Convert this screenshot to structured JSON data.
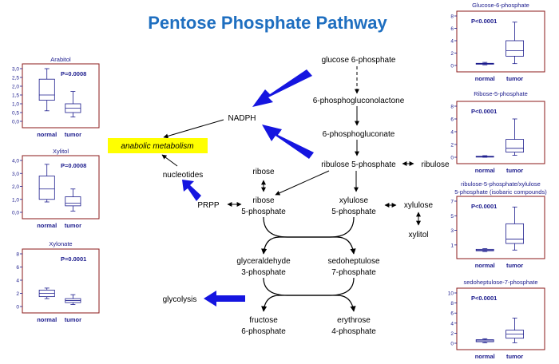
{
  "title": "Pentose Phosphate Pathway",
  "nodes": {
    "glucose6p": "glucose 6-phosphate",
    "phosphogluconolactone": "6-phosphogluconolactone",
    "phosphogluconate": "6-phosphogluconate",
    "ribulose5p": "ribulose 5-phosphate",
    "ribulose": "ribulose",
    "nadph": "NADPH",
    "anabolic": "anabolic metabolism",
    "nucleotides": "nucleotides",
    "prpp": "PRPP",
    "ribose": "ribose",
    "ribose5p_1": "ribose",
    "ribose5p_2": "5-phosphate",
    "xylulose5p_1": "xylulose",
    "xylulose5p_2": "5-phosphate",
    "xylulose": "xylulose",
    "xylitol": "xylitol",
    "g3p_1": "glyceraldehyde",
    "g3p_2": "3-phosphate",
    "s7p_1": "sedoheptulose",
    "s7p_2": "7-phosphate",
    "glycolysis": "glycolysis",
    "f6p_1": "fructose",
    "f6p_2": "6-phosphate",
    "e4p_1": "erythrose",
    "e4p_2": "4-phosphate"
  },
  "colors": {
    "title": "#1f6fc0",
    "blue_arrow": "#1515e0",
    "highlight": "#ffff00",
    "panel_border": "#8b1a1a",
    "plot_ink": "#1a1a8c"
  },
  "chart_data": [
    {
      "type": "box",
      "title": "Arabitol",
      "pvalue": "P=0.0008",
      "categories": [
        "normal",
        "tumor"
      ],
      "yticks": [
        "3,0",
        "2,5",
        "2,0",
        "1,5",
        "1,0",
        "0,5",
        "0,0"
      ],
      "ylim": [
        0,
        3
      ],
      "series": [
        {
          "category": "normal",
          "whisker_low": 0.6,
          "q1": 1.2,
          "median": 1.5,
          "q3": 2.4,
          "whisker_high": 3.0
        },
        {
          "category": "tumor",
          "whisker_low": 0.25,
          "q1": 0.5,
          "median": 0.75,
          "q3": 1.0,
          "whisker_high": 1.7
        }
      ]
    },
    {
      "type": "box",
      "title": "Xylitol",
      "pvalue": "P=0.0008",
      "categories": [
        "normal",
        "tumor"
      ],
      "yticks": [
        "4,0",
        "3,0",
        "2,0",
        "1,0",
        "0,0"
      ],
      "ylim": [
        0,
        4
      ],
      "series": [
        {
          "category": "normal",
          "whisker_low": 0.8,
          "q1": 1.0,
          "median": 1.8,
          "q3": 2.8,
          "whisker_high": 3.7
        },
        {
          "category": "tumor",
          "whisker_low": 0.1,
          "q1": 0.5,
          "median": 0.7,
          "q3": 1.2,
          "whisker_high": 1.8
        }
      ]
    },
    {
      "type": "box",
      "title": "Xylonate",
      "pvalue": "P=0.0001",
      "categories": [
        "normal",
        "tumor"
      ],
      "yticks": [
        "8",
        "6",
        "4",
        "2",
        "0"
      ],
      "ylim": [
        0,
        8
      ],
      "series": [
        {
          "category": "normal",
          "whisker_low": 1.2,
          "q1": 1.5,
          "median": 2.0,
          "q3": 2.5,
          "whisker_high": 2.8
        },
        {
          "category": "tumor",
          "whisker_low": 0.3,
          "q1": 0.6,
          "median": 0.9,
          "q3": 1.2,
          "whisker_high": 1.8
        }
      ]
    },
    {
      "type": "box",
      "title": "Glucose-6-phosphate",
      "pvalue": "P<0.0001",
      "categories": [
        "normal",
        "tumor"
      ],
      "yticks": [
        "8",
        "6",
        "4",
        "2",
        "0"
      ],
      "ylim": [
        0,
        8
      ],
      "series": [
        {
          "category": "normal",
          "whisker_low": 0.1,
          "q1": 0.2,
          "median": 0.3,
          "q3": 0.35,
          "whisker_high": 0.5
        },
        {
          "category": "tumor",
          "whisker_low": 0.3,
          "q1": 1.5,
          "median": 2.4,
          "q3": 4.0,
          "whisker_high": 7.0
        }
      ]
    },
    {
      "type": "box",
      "title": "Ribose-5-phosphate",
      "pvalue": "P<0.0001",
      "categories": [
        "normal",
        "tumor"
      ],
      "yticks": [
        "8",
        "6",
        "4",
        "2",
        "0"
      ],
      "ylim": [
        0,
        8
      ],
      "series": [
        {
          "category": "normal",
          "whisker_low": 0.0,
          "q1": 0.05,
          "median": 0.1,
          "q3": 0.15,
          "whisker_high": 0.25
        },
        {
          "category": "tumor",
          "whisker_low": 0.3,
          "q1": 0.8,
          "median": 1.4,
          "q3": 2.8,
          "whisker_high": 6.0
        }
      ]
    },
    {
      "type": "box",
      "title": "ribulose-5-phosphate/xylulose",
      "subtitle": "5-phosphate (isobaric compounds)",
      "pvalue": "P<0.0001",
      "categories": [
        "normal",
        "tumor"
      ],
      "yticks": [
        "7",
        "5",
        "3",
        "1"
      ],
      "ylim": [
        0,
        7
      ],
      "series": [
        {
          "category": "normal",
          "whisker_low": 0.1,
          "q1": 0.2,
          "median": 0.3,
          "q3": 0.4,
          "whisker_high": 0.5
        },
        {
          "category": "tumor",
          "whisker_low": 0.3,
          "q1": 1.2,
          "median": 1.8,
          "q3": 3.9,
          "whisker_high": 6.2
        }
      ]
    },
    {
      "type": "box",
      "title": "sedoheptulose-7-phosphate",
      "pvalue": "P<0.0001",
      "categories": [
        "normal",
        "tumor"
      ],
      "yticks": [
        "10",
        "8",
        "6",
        "4",
        "2",
        "0"
      ],
      "ylim": [
        0,
        10
      ],
      "series": [
        {
          "category": "normal",
          "whisker_low": 0.1,
          "q1": 0.3,
          "median": 0.5,
          "q3": 0.7,
          "whisker_high": 0.9
        },
        {
          "category": "tumor",
          "whisker_low": 0.1,
          "q1": 1.0,
          "median": 1.8,
          "q3": 2.6,
          "whisker_high": 5.0
        }
      ]
    }
  ]
}
